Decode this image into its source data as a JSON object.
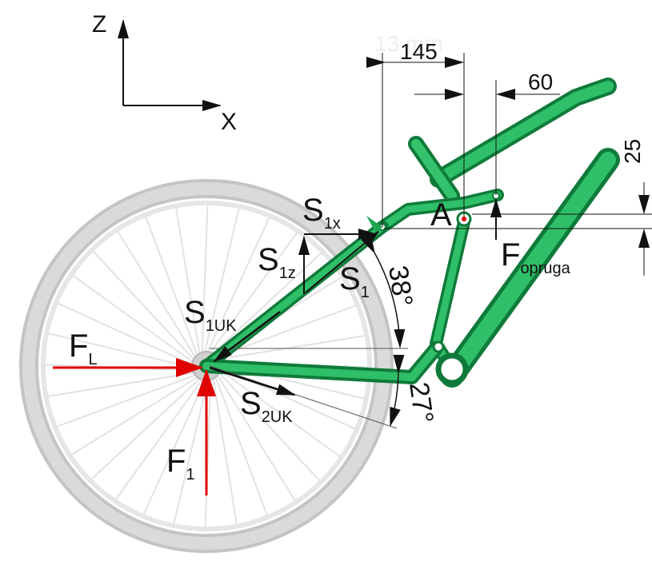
{
  "colors": {
    "frame": "#1fa653",
    "frame_dark": "#0f7a3a",
    "frame_light": "#3cc972",
    "tire": "#d4d4d4",
    "tire_edge": "#c4c4c4",
    "spoke": "#e2e2e2",
    "force": "#e00000",
    "line": "#111111"
  },
  "axes": {
    "z_label": "Z",
    "x_label": "X"
  },
  "dimensions": {
    "faint_text": "13 mm",
    "d145": "145",
    "d60": "60",
    "d25": "25"
  },
  "angles": {
    "a38": "38°",
    "a27": "27°"
  },
  "point_a": "A",
  "forces": {
    "fl": {
      "main": "F",
      "sub": "L"
    },
    "f1": {
      "main": "F",
      "sub": "1"
    },
    "fopruga": {
      "main": "F",
      "sub": "opruga"
    },
    "s1x": {
      "main": "S",
      "sub": "1x"
    },
    "s1z": {
      "main": "S",
      "sub": "1z"
    },
    "s1": {
      "main": "S",
      "sub": "1"
    },
    "s1uk": {
      "main": "S",
      "sub": "1UK"
    },
    "s2uk": {
      "main": "S",
      "sub": "2UK"
    }
  }
}
